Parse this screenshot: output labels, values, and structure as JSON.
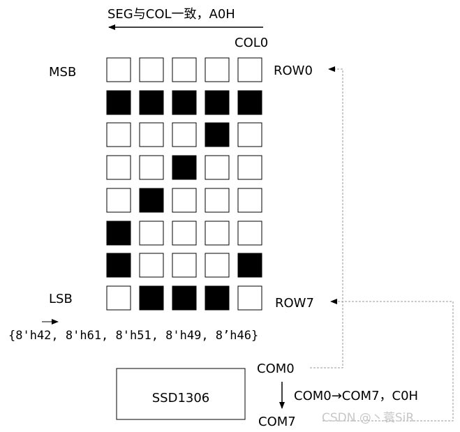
{
  "direction_label": "SEG与COL一致，A0H",
  "col0_label": "COL0",
  "msb_label": "MSB",
  "lsb_label": "LSB",
  "row0_label": "ROW0",
  "row7_label": "ROW7",
  "data_values": "{8'h42, 8'h61, 8'h51, 8'h49, 8’h46}",
  "com0_label": "COM0",
  "com7_label": "COM7",
  "chip_label": "SSD1306",
  "scan_label": "COM0→COM7，C0H",
  "watermark": "CSDN @丶蓑SiR",
  "grid": [
    [
      0,
      0,
      0,
      0,
      0
    ],
    [
      1,
      1,
      1,
      1,
      1
    ],
    [
      0,
      0,
      0,
      1,
      0
    ],
    [
      0,
      0,
      1,
      0,
      0
    ],
    [
      0,
      1,
      0,
      0,
      0
    ],
    [
      1,
      0,
      0,
      0,
      0
    ],
    [
      1,
      0,
      0,
      0,
      1
    ],
    [
      0,
      1,
      1,
      1,
      0
    ]
  ],
  "colors": {
    "filled": "#000000",
    "empty": "#ffffff",
    "stroke": "#000000",
    "connector": "#999999"
  }
}
